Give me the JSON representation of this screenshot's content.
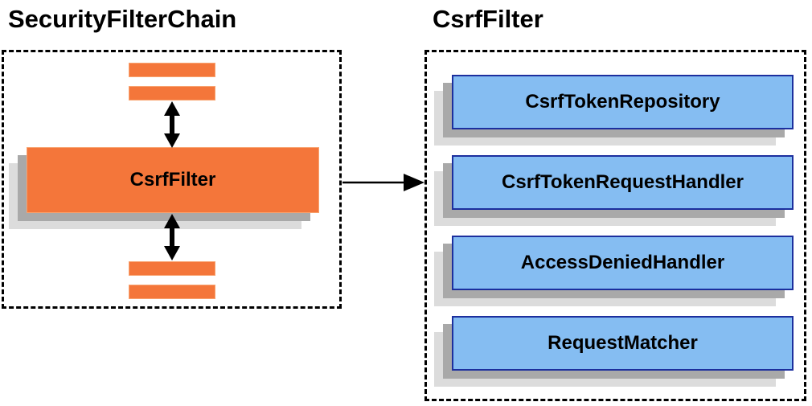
{
  "colors": {
    "background": "#ffffff",
    "orange_fill": "#f4763a",
    "orange_edge": "#f8a370",
    "blue_fill": "#85bdf2",
    "blue_border": "#1c2f9e",
    "shadow_mid": "#a9a9a9",
    "shadow_light": "#dcdcdc",
    "line": "#000000",
    "text": "#000000"
  },
  "left_panel": {
    "title": "SecurityFilterChain",
    "filter_box": {
      "label": "CsrfFilter"
    }
  },
  "right_panel": {
    "title": "CsrfFilter",
    "components": [
      {
        "label": "CsrfTokenRepository"
      },
      {
        "label": "CsrfTokenRequestHandler"
      },
      {
        "label": "AccessDeniedHandler"
      },
      {
        "label": "RequestMatcher"
      }
    ]
  }
}
